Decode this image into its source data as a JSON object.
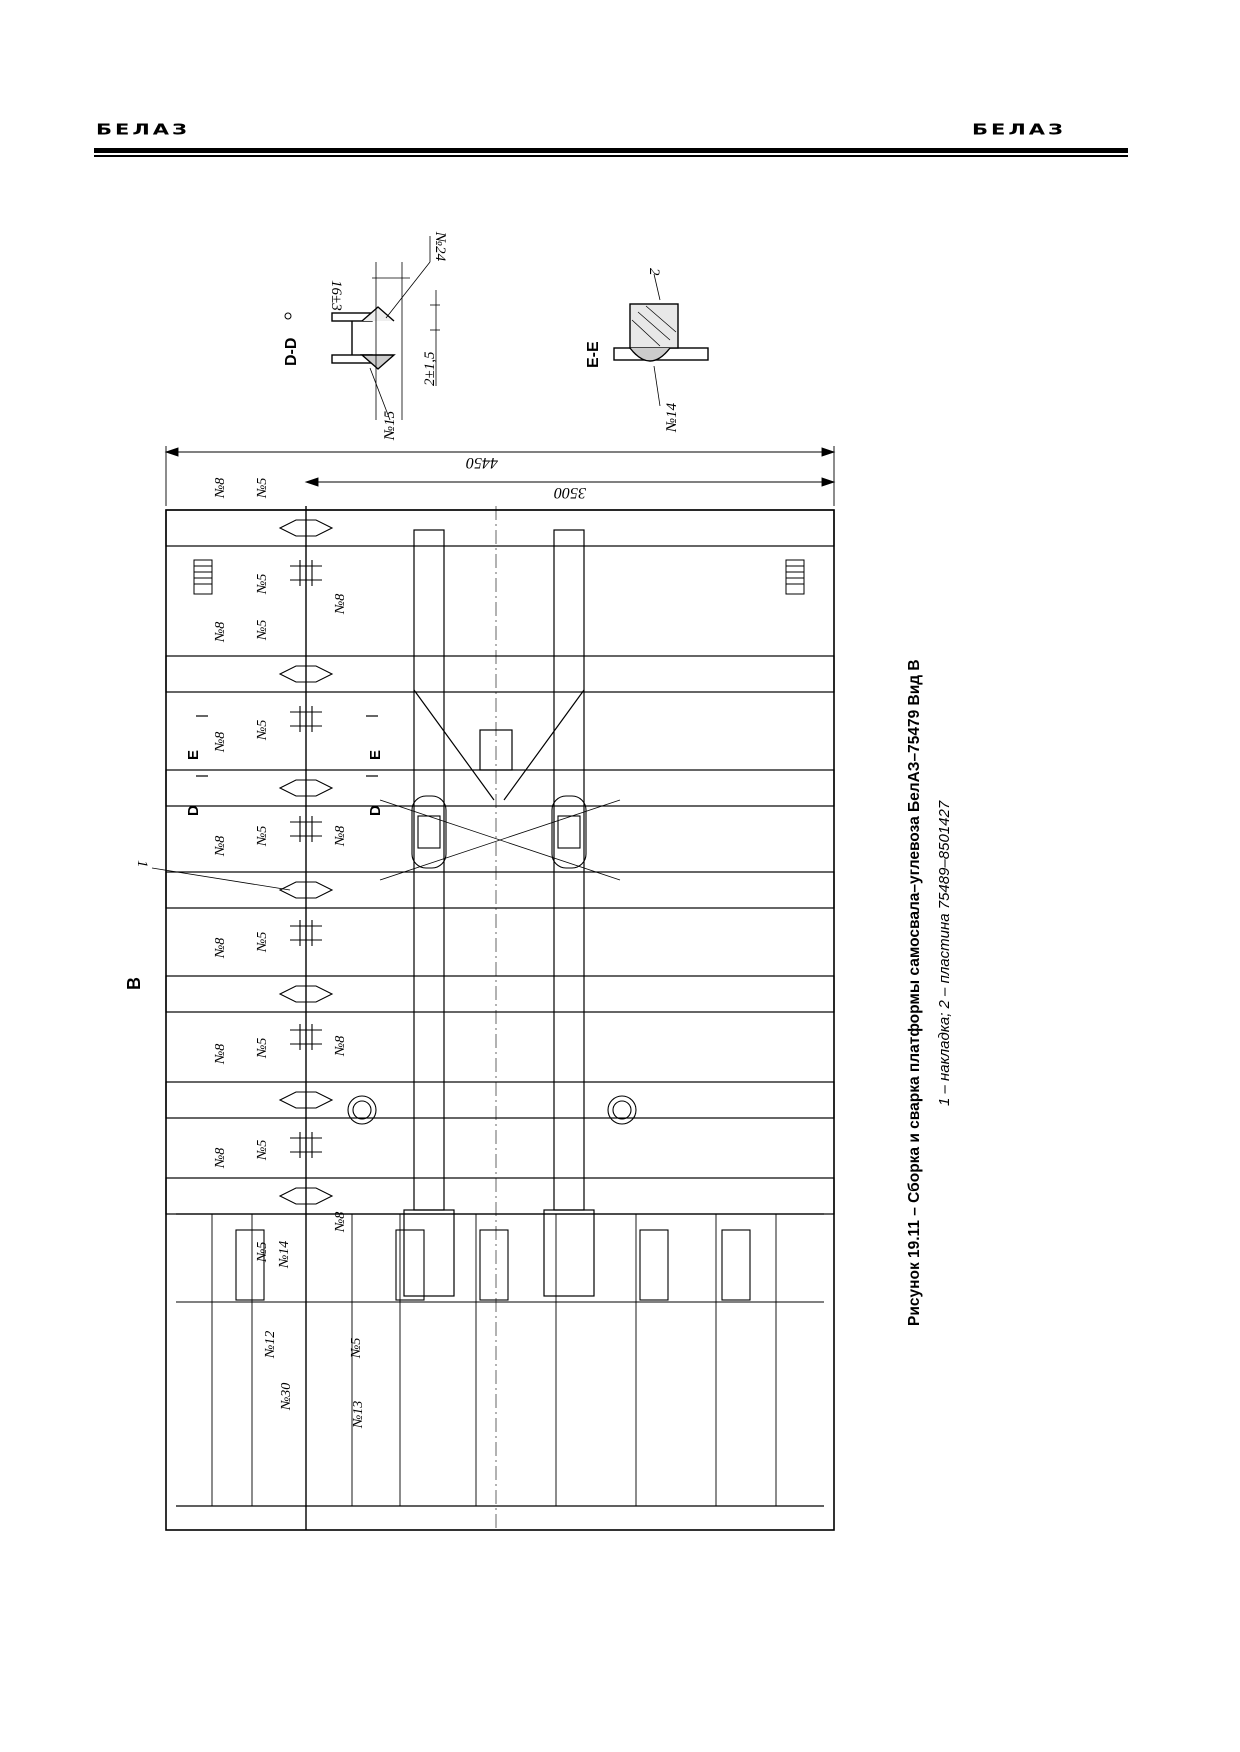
{
  "header": {
    "logo_left": "БЕЛАЗ",
    "logo_right": "БЕЛАЗ"
  },
  "drawing": {
    "view_label": "B",
    "item_callout": "1",
    "plate_callout": "2",
    "section_dd": {
      "title": "D-D",
      "dim_gap": "2±1,5",
      "dim_size": "16±3",
      "weld_top": "№24",
      "weld_bottom": "№15"
    },
    "section_ee": {
      "title": "E-E",
      "weld": "№14"
    },
    "dim_overall": "4450",
    "dim_inner": "3500",
    "section_marks": {
      "d": "D",
      "e": "E"
    },
    "weld_labels": {
      "n8": "№8",
      "n5": "№5",
      "n14": "№14",
      "n12": "№12",
      "n30": "№30",
      "n13": "№13"
    }
  },
  "figure": {
    "title": "Рисунок 19.11 – Сборка и сварка платформы самосвала–углевоза БелАЗ–75479 Вид В",
    "legend": "1 – накладка; 2 – пластина 75489–8501427"
  }
}
